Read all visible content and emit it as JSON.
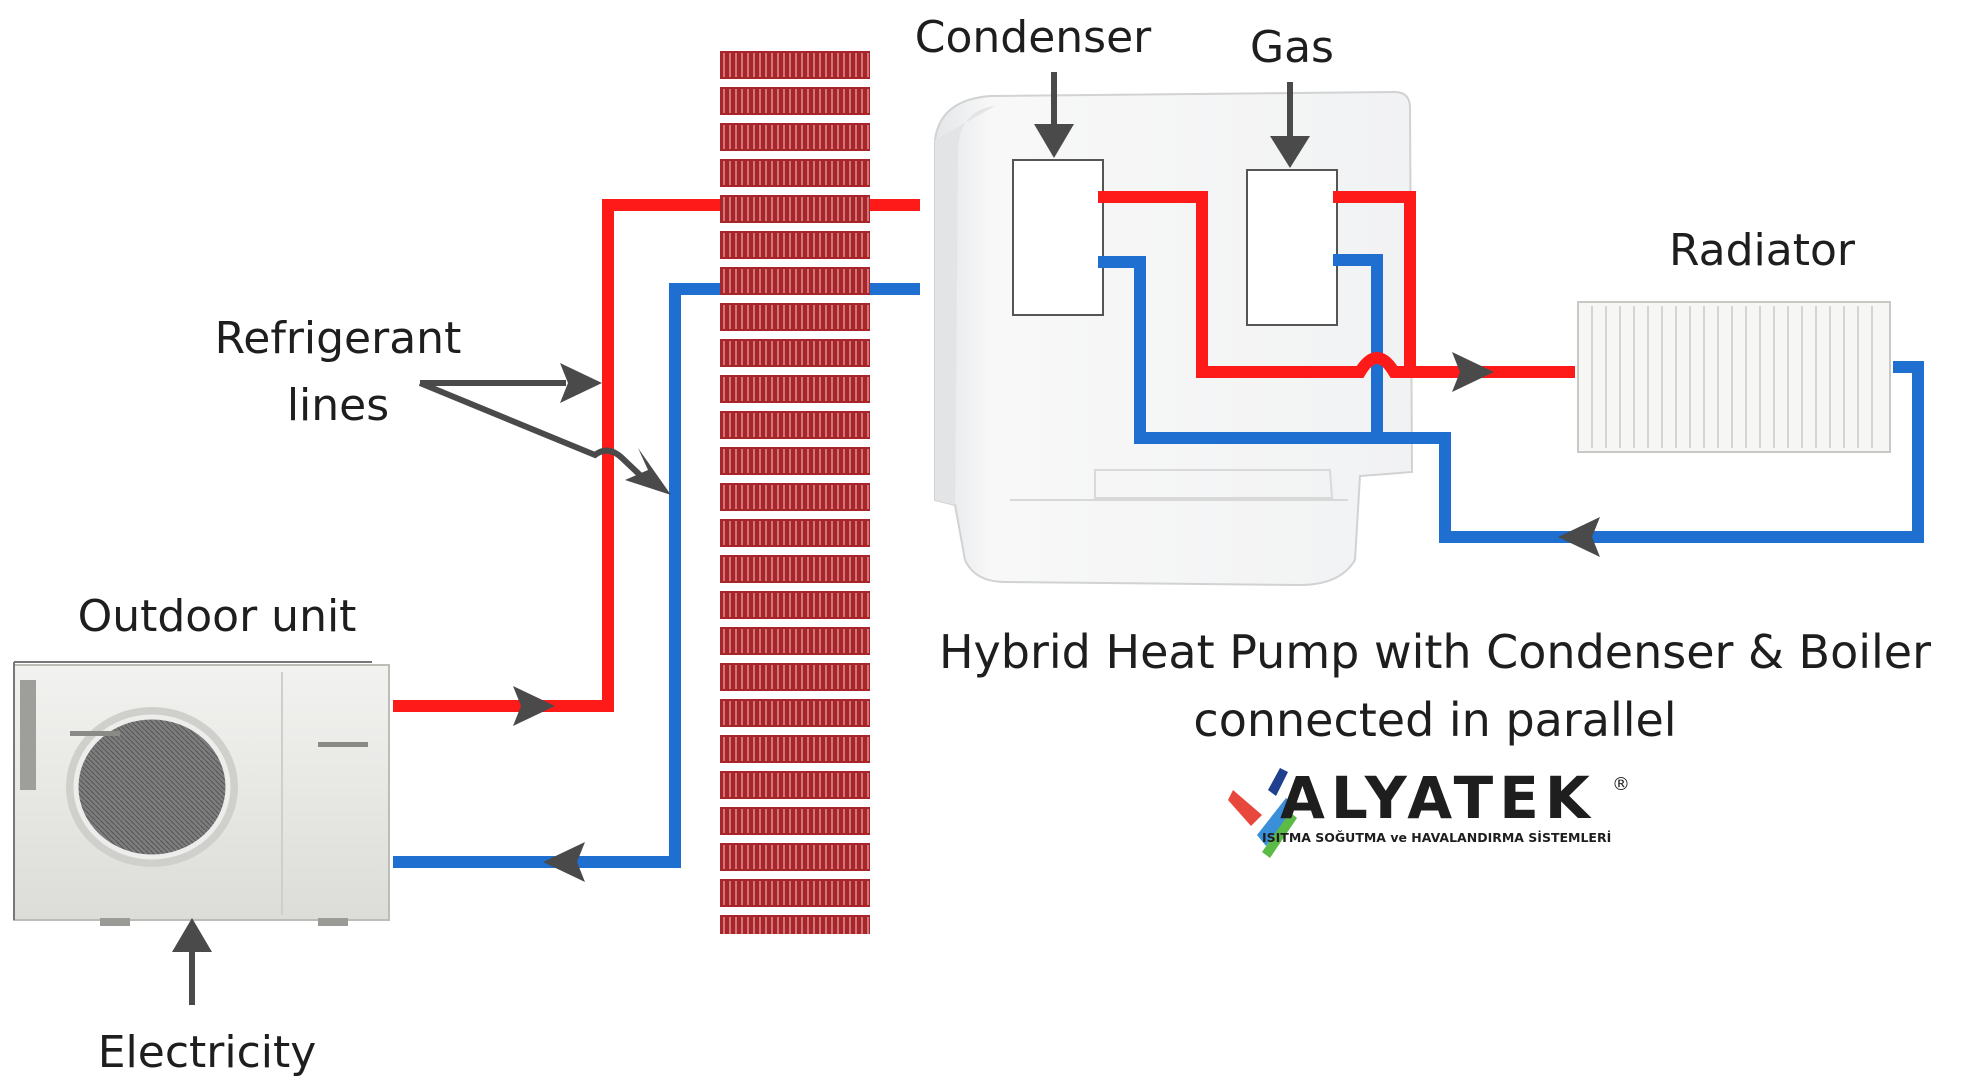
{
  "labels": {
    "condenser": "Condenser",
    "gas": "Gas",
    "radiator": "Radiator",
    "refrigerant_line1": "Refrigerant",
    "refrigerant_line2": "lines",
    "outdoor_unit": "Outdoor unit",
    "electricity": "Electricity"
  },
  "caption": {
    "line1": "Hybrid Heat Pump with Condenser & Boiler",
    "line2": "connected in parallel"
  },
  "logo": {
    "brand": "ALYATEK",
    "tagline": "ISITMA SOĞUTMA ve HAVALANDIRMA SİSTEMLERİ",
    "reg_mark": "®"
  },
  "colors": {
    "flow_hot": "#ff1a1a",
    "flow_return": "#1f6fd1",
    "brick": "#a8262b",
    "arrow": "#4a4a4a"
  }
}
